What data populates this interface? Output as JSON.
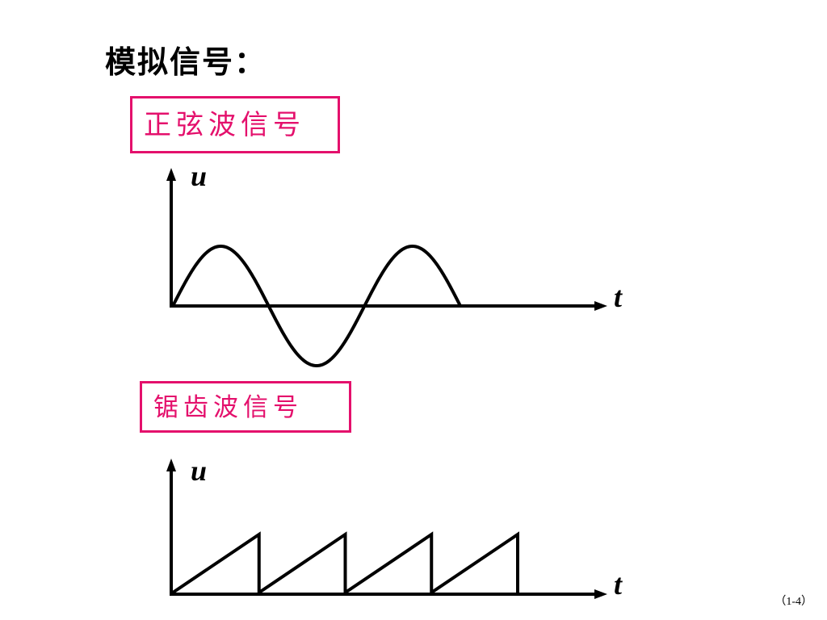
{
  "title": "模拟信号：",
  "sine": {
    "label": "正弦波信号",
    "y_axis_label": "u",
    "x_axis_label": "t",
    "cycles": 1.5
  },
  "sawtooth": {
    "label": "锯齿波信号",
    "y_axis_label": "u",
    "x_axis_label": "t",
    "teeth": 4
  },
  "page_number": "（1-4）",
  "colors": {
    "accent": "#e4106c",
    "ink": "#000000"
  }
}
